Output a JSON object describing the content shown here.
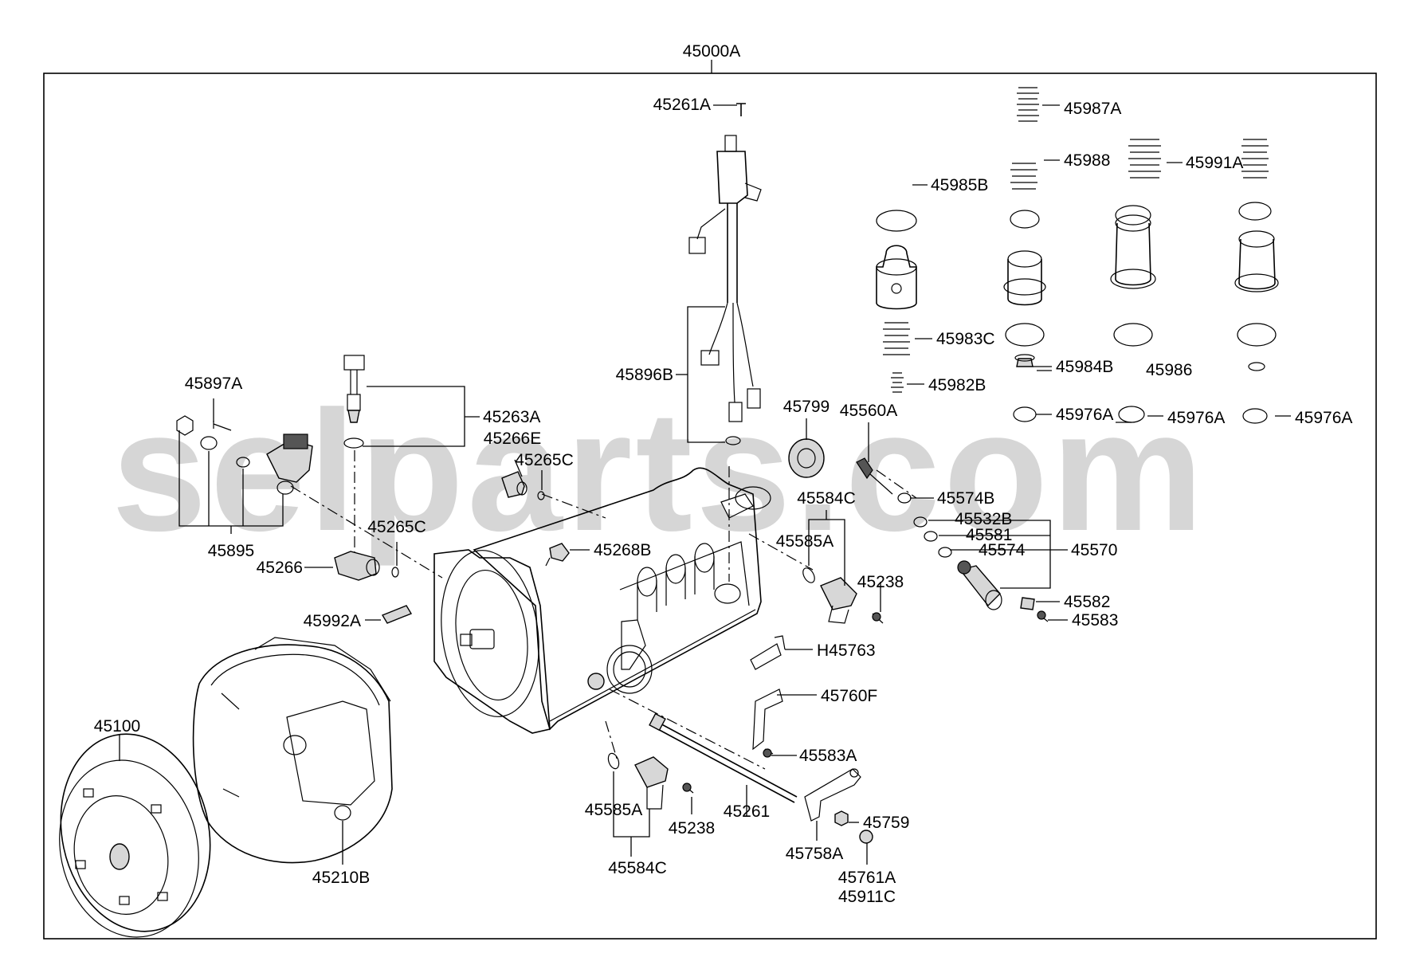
{
  "watermark": "selparts.com",
  "assembly": "45000A",
  "labels": {
    "p45261A": "45261A",
    "p45987A": "45987A",
    "p45988": "45988",
    "p45991A": "45991A",
    "p45985B": "45985B",
    "p45983C": "45983C",
    "p45984B": "45984B",
    "p45986": "45986",
    "p45982B": "45982B",
    "p45976A_1": "45976A",
    "p45976A_2": "45976A",
    "p45976A_3": "45976A",
    "p45896B": "45896B",
    "p45897A": "45897A",
    "p45263A": "45263A",
    "p45799": "45799",
    "p45560A": "45560A",
    "p45266E": "45266E",
    "p45265C_1": "45265C",
    "p45574B": "45574B",
    "p45584C_1": "45584C",
    "p45532B": "45532B",
    "p45581": "45581",
    "p45574": "45574",
    "p45570": "45570",
    "p45585A_1": "45585A",
    "p45265C_2": "45265C",
    "p45268B": "45268B",
    "p45895": "45895",
    "p45266": "45266",
    "p45238_1": "45238",
    "p45582": "45582",
    "p45583": "45583",
    "p45992A": "45992A",
    "pH45763": "H45763",
    "p45760F": "45760F",
    "p45100": "45100",
    "p45583A": "45583A",
    "p45585A_2": "45585A",
    "p45238_2": "45238",
    "p45261": "45261",
    "p45759": "45759",
    "p45758A": "45758A",
    "p45210B": "45210B",
    "p45584C_2": "45584C",
    "p45761A": "45761A",
    "p45911C": "45911C"
  },
  "colors": {
    "line": "#000000",
    "watermark": "#c8c8c8",
    "background": "#ffffff"
  }
}
